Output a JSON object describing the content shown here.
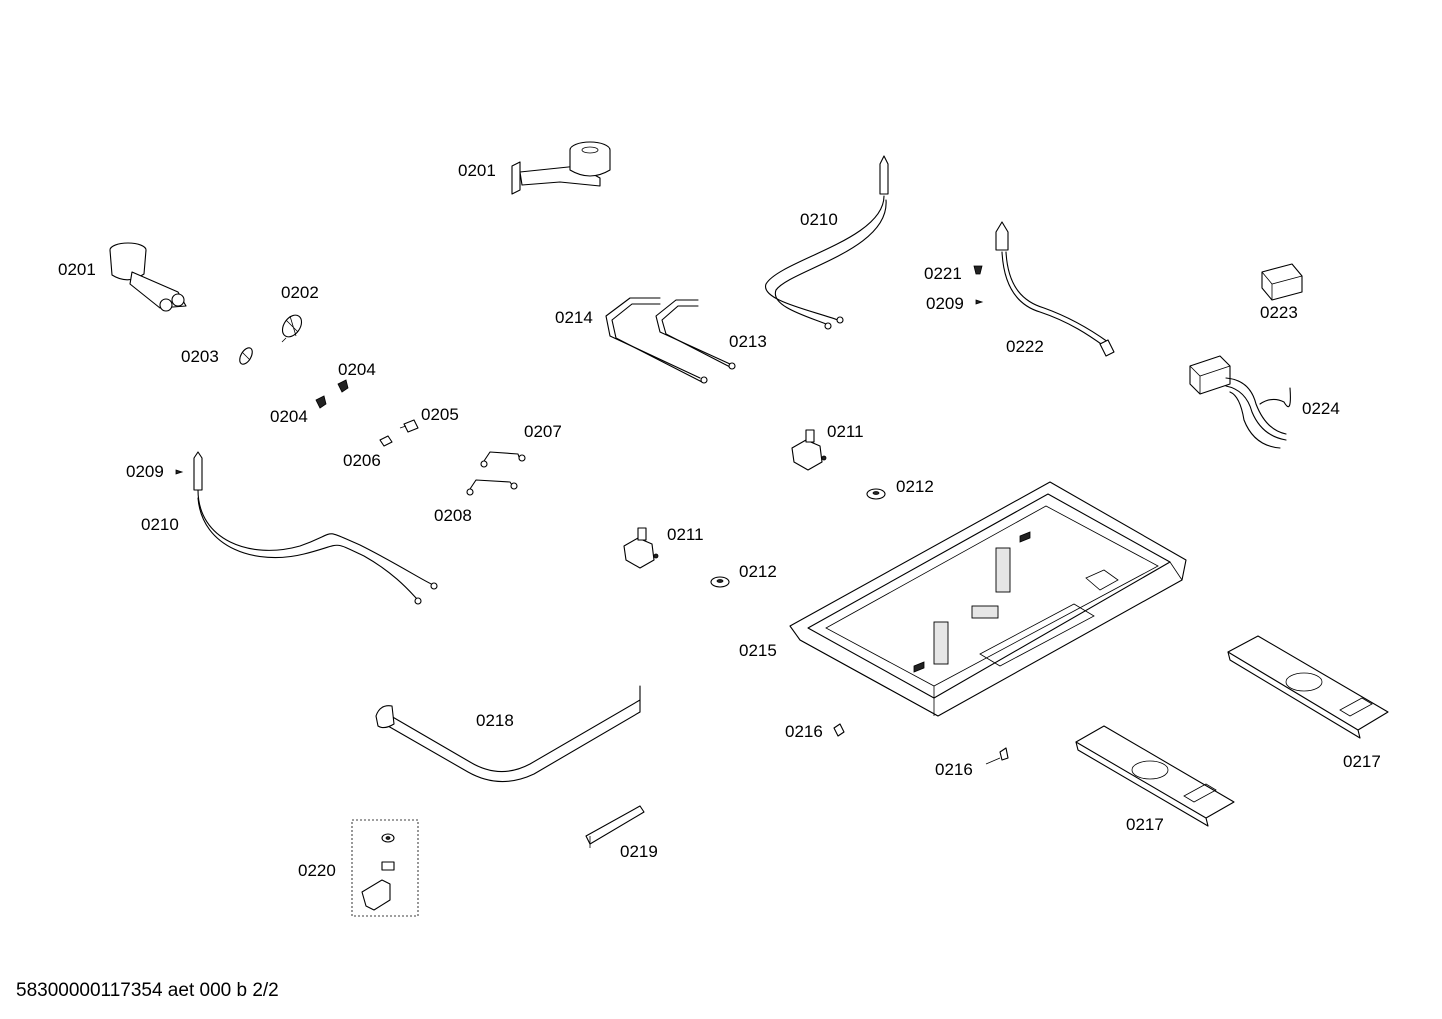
{
  "footer": {
    "code": "58300000117354 aet 000 b 2/2"
  },
  "callouts": [
    "0201",
    "0201",
    "0202",
    "0203",
    "0204",
    "0204",
    "0205",
    "0206",
    "0207",
    "0208",
    "0209",
    "0209",
    "0210",
    "0210",
    "0211",
    "0211",
    "0212",
    "0212",
    "0213",
    "0214",
    "0215",
    "0216",
    "0216",
    "0217",
    "0217",
    "0218",
    "0219",
    "0220",
    "0221",
    "0222",
    "0223",
    "0224"
  ]
}
